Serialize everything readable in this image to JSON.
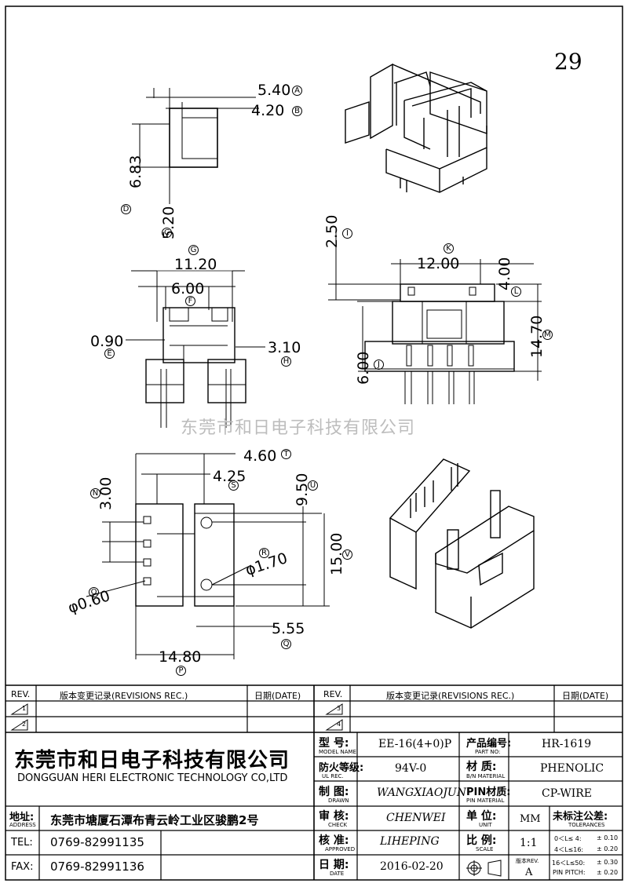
{
  "sheet_number": "29",
  "watermark": "东莞市和日电子科技有限公司",
  "dimensions": {
    "A": "5.40",
    "B": "4.20",
    "D": "6.83",
    "C": "5.20",
    "G": "11.20",
    "F": "6.00",
    "E": "0.90",
    "H": "3.10",
    "I": "2.50",
    "K": "12.00",
    "L": "4.00",
    "M": "14.70",
    "J": "6.00",
    "T": "4.60",
    "S": "4.25",
    "N": "3.00",
    "U": "9.50",
    "R": "φ1.70",
    "O": "φ0.60",
    "V": "15.00",
    "Q": "5.55",
    "P": "14.80"
  },
  "dim_letters": [
    "A",
    "B",
    "C",
    "D",
    "E",
    "F",
    "G",
    "H",
    "I",
    "J",
    "K",
    "L",
    "M",
    "N",
    "O",
    "P",
    "Q",
    "R",
    "S",
    "T",
    "U",
    "V"
  ],
  "revisions": {
    "rev_header": "REV.",
    "rec_header": "版本变更记录(REVISIONS REC.)",
    "date_header": "日期(DATE)",
    "left_marks": [
      "1",
      "2"
    ],
    "right_marks": [
      "3",
      "4"
    ]
  },
  "company": {
    "name_cn": "东莞市和日电子科技有限公司",
    "name_en": "DONGGUAN HERI ELECTRONIC TECHNOLOGY CO,LTD",
    "address_label": "地址:",
    "address_label_en": "ADDRESS",
    "address": "东莞市塘厦石潭布青云岭工业区骏鹏2号",
    "tel_label": "TEL:",
    "tel": "0769-82991135",
    "fax_label": "FAX:",
    "fax": "0769-82991136"
  },
  "title_block": {
    "model_label": "型 号:",
    "model_label_en": "MODEL NAME",
    "model": "EE-16(4+0)P",
    "part_label": "产品编号:",
    "part_label_en": "PART NO:",
    "part_no": "HR-1619",
    "ul_label": "防火等级:",
    "ul_label_en": "UL REC.",
    "ul": "94V-0",
    "material_label": "材 质:",
    "material_label_en": "B/N MATERIAL",
    "material": "PHENOLIC",
    "drawn_label": "制 图:",
    "drawn_label_en": "DRAWN",
    "drawn": "WANGXIAOJUN",
    "pin_label": "PIN材质:",
    "pin_label_en": "PIN MATERIAL",
    "pin_material": "CP-WIRE",
    "check_label": "审 核:",
    "check_label_en": "CHECK",
    "check": "CHENWEI",
    "unit_label": "单 位:",
    "unit_label_en": "UNIT",
    "unit": "MM",
    "tol_label": "未标注公差:",
    "tol_label_en": "TOLERANCES",
    "approved_label": "核 准:",
    "approved_label_en": "APPROVED",
    "approved": "LIHEPING",
    "scale_label": "比 例:",
    "scale_label_en": "SCALE",
    "scale": "1:1",
    "date_label": "日 期:",
    "date_label_en": "DATE",
    "date": "2016-02-20",
    "ver_label": "版本REV.",
    "ver": "A",
    "tolerances": [
      {
        "range": "0＜L≤ 4:",
        "value": "± 0.10"
      },
      {
        "range": "4＜L≤16:",
        "value": "± 0.20"
      },
      {
        "range": "16＜L≤50:",
        "value": "± 0.30"
      },
      {
        "range": "PIN PITCH:",
        "value": "± 0.20"
      }
    ]
  }
}
